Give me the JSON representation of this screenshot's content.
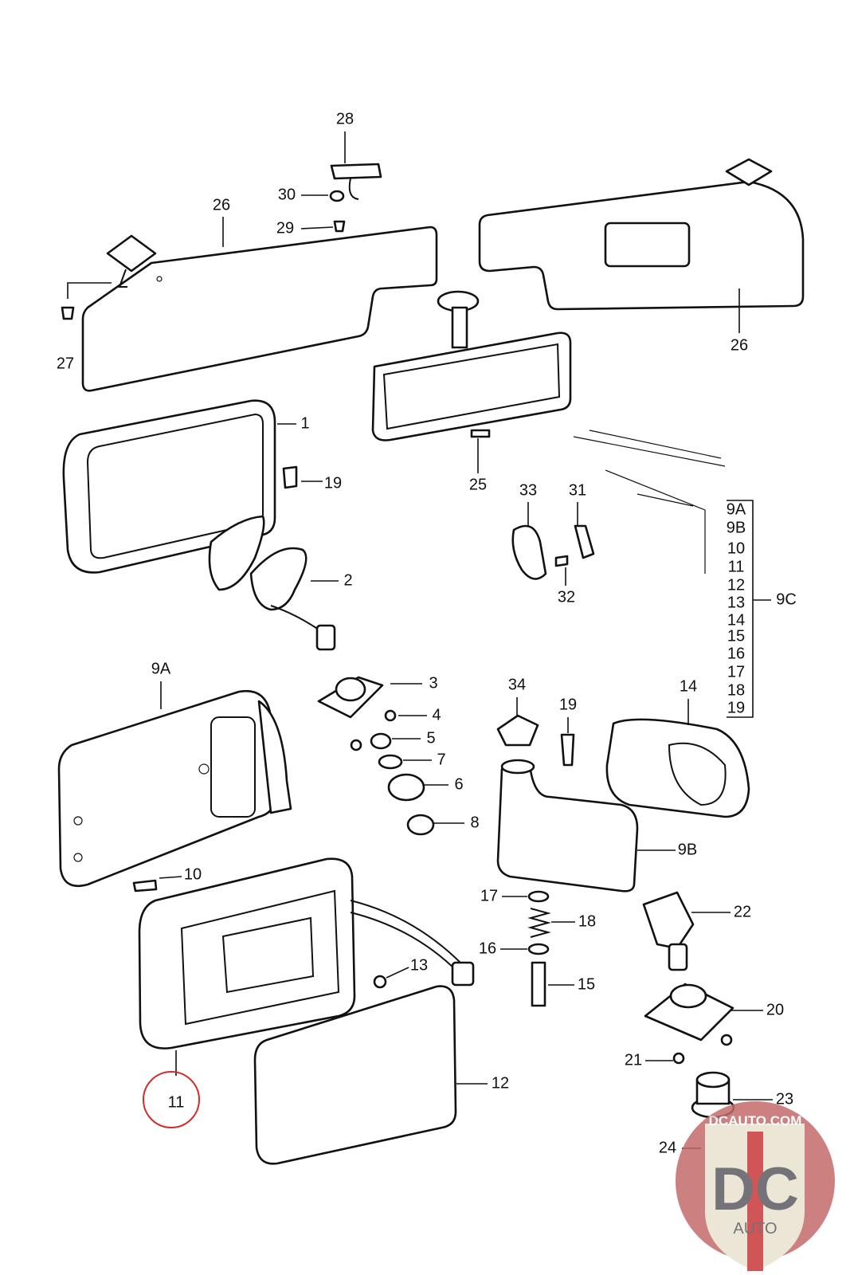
{
  "callouts": [
    "28",
    "30",
    "29",
    "26",
    "27",
    "26",
    "1",
    "19",
    "25",
    "33",
    "31",
    "32",
    "2",
    "9A",
    "3",
    "4",
    "5",
    "7",
    "6",
    "8",
    "34",
    "19",
    "14",
    "9B",
    "10",
    "17",
    "18",
    "16",
    "22",
    "13",
    "15",
    "20",
    "21",
    "12",
    "23",
    "11",
    "24"
  ],
  "group_list": {
    "items": [
      "9A",
      "9B",
      "10",
      "11",
      "12",
      "13",
      "14",
      "15",
      "16",
      "17",
      "18",
      "19"
    ],
    "label": "9C"
  },
  "highlight": {
    "label_index": 35,
    "color": "#d42b2b"
  },
  "watermark": {
    "text_top": "DCAUTO.COM",
    "text_main": "DC",
    "text_sub": "AUTO",
    "colors": {
      "circle": "#c46a6a",
      "shield": "#e8e2cf",
      "letters": "#5b5b62",
      "stripe": "#c8383a"
    }
  }
}
